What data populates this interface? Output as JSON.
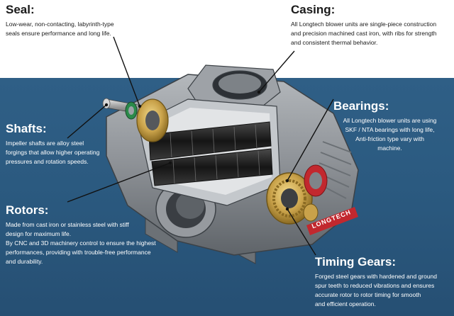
{
  "callouts": {
    "seal": {
      "title": "Seal:",
      "lines": [
        "Low-wear, non-contacting, labyrinth-type",
        "seals ensure performance and long life."
      ]
    },
    "casing": {
      "title": "Casing:",
      "lines": [
        "All Longtech blower units are single-piece construction",
        "and precision machined cast iron, with ribs for strength",
        "and consistent thermal behavior."
      ]
    },
    "shafts": {
      "title": "Shafts:",
      "lines": [
        "Impeller shafts are alloy steel",
        "forgings that allow higher operating",
        "pressures and rotation speeds."
      ]
    },
    "bearings": {
      "title": "Bearings:",
      "lines": [
        "All Longtech blower units are using",
        "SKF / NTA bearings with long life,",
        "Anti-friction type vary with",
        "machine."
      ]
    },
    "rotors": {
      "title": "Rotors:",
      "lines": [
        "Made from cast iron or stainless steel with stiff",
        "design for maximum life.",
        "By CNC and 3D machinery control to ensure the highest",
        "performances, providing with trouble-free performance",
        "and durability."
      ]
    },
    "timing_gears": {
      "title": "Timing Gears:",
      "lines": [
        "Forged steel gears with hardened and ground",
        "spur teeth to  reduced vibrations and ensures",
        "accurate  rotor  to rotor timing for smooth",
        "and efficient operation."
      ]
    }
  },
  "brand_mark": "LONGTECH",
  "colors": {
    "band": "#2b5a80",
    "casing": "#8d9196",
    "casing_dark": "#5c6166",
    "brass": "#c9a24a",
    "accent_red": "#c2282e",
    "rotor": "#2a2a2a"
  }
}
